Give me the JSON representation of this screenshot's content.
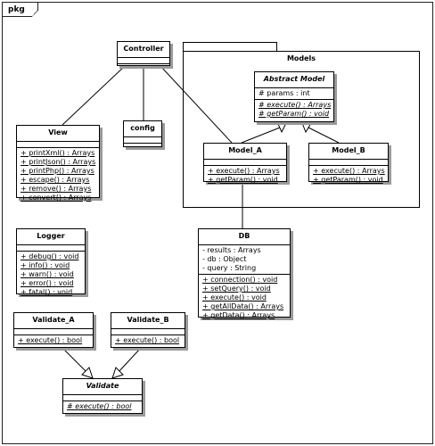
{
  "frame": {
    "label": "pkg"
  },
  "package": {
    "name": "Models"
  },
  "classes": {
    "controller": {
      "name": "Controller",
      "attributes": [],
      "operations": []
    },
    "view": {
      "name": "View",
      "attributes": [],
      "operations": [
        "+ printXml() : Arrays",
        "+ printJson() : Arrays",
        "+ printPhp() : Arrays",
        "+ escape() : Arrays",
        "+ remove() : Arrays",
        "+ convert() : Arrays"
      ]
    },
    "config": {
      "name": "config",
      "attributes": [],
      "operations": []
    },
    "abstract_model": {
      "name": "Abstract Model",
      "attributes": [
        "# params : int"
      ],
      "operations": [
        "# execute() : Arrays",
        "# getParam() : void"
      ]
    },
    "model_a": {
      "name": "Model_A",
      "attributes": [],
      "operations": [
        "+ execute() : Arrays",
        "+ getParam() : void"
      ]
    },
    "model_b": {
      "name": "Model_B",
      "attributes": [],
      "operations": [
        "+ execute() : Arrays",
        "+ getParam() : void"
      ]
    },
    "logger": {
      "name": "Logger",
      "attributes": [],
      "operations": [
        "+ debug() : void",
        "+ info() : void",
        "+ warn() : void",
        "+ error() : void",
        "+ fatal() : void"
      ]
    },
    "db": {
      "name": "DB",
      "attributes": [
        "- results : Arrays",
        "- db : Object",
        "- query : String"
      ],
      "operations": [
        "+ connection() : void",
        "+ setQuery() : void",
        "+ execute() : void",
        "+ getAllData() : Arrays",
        "+ getData() : Arrays"
      ]
    },
    "validate_a": {
      "name": "Validate_A",
      "attributes": [],
      "operations": [
        "+ execute() : bool"
      ]
    },
    "validate_b": {
      "name": "Validate_B",
      "attributes": [],
      "operations": [
        "+ execute() : bool"
      ]
    },
    "validate": {
      "name": "Validate",
      "attributes": [],
      "operations": [
        "# execute() : bool"
      ]
    }
  },
  "colors": {
    "line": "#000000",
    "shadow": "#9a9a9a",
    "background": "#ffffff"
  }
}
